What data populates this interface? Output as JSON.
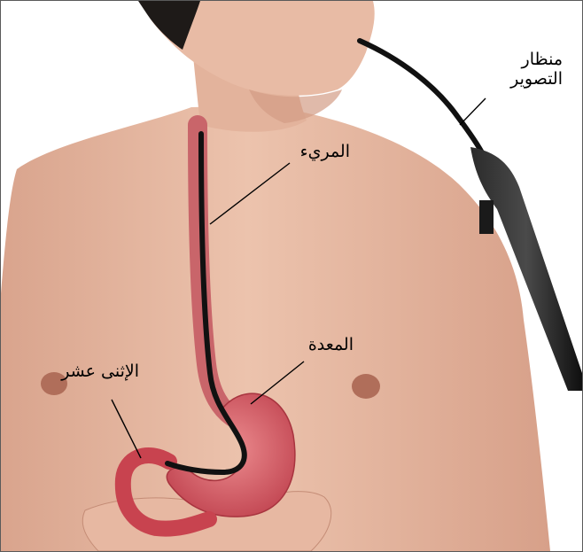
{
  "figure": {
    "labels": {
      "endoscope": "منظار\nالتصوير",
      "esophagus": "المريء",
      "stomach": "المعدة",
      "duodenum": "الإثنى عشر"
    },
    "colors": {
      "background": "#ffffff",
      "skin": "#e5b9a3",
      "skin_shadow": "#c9917a",
      "hair": "#1e1a18",
      "organ": "#d85c64",
      "organ_dark": "#b33a45",
      "scope": "#111111",
      "leader_line": "#000000"
    }
  }
}
